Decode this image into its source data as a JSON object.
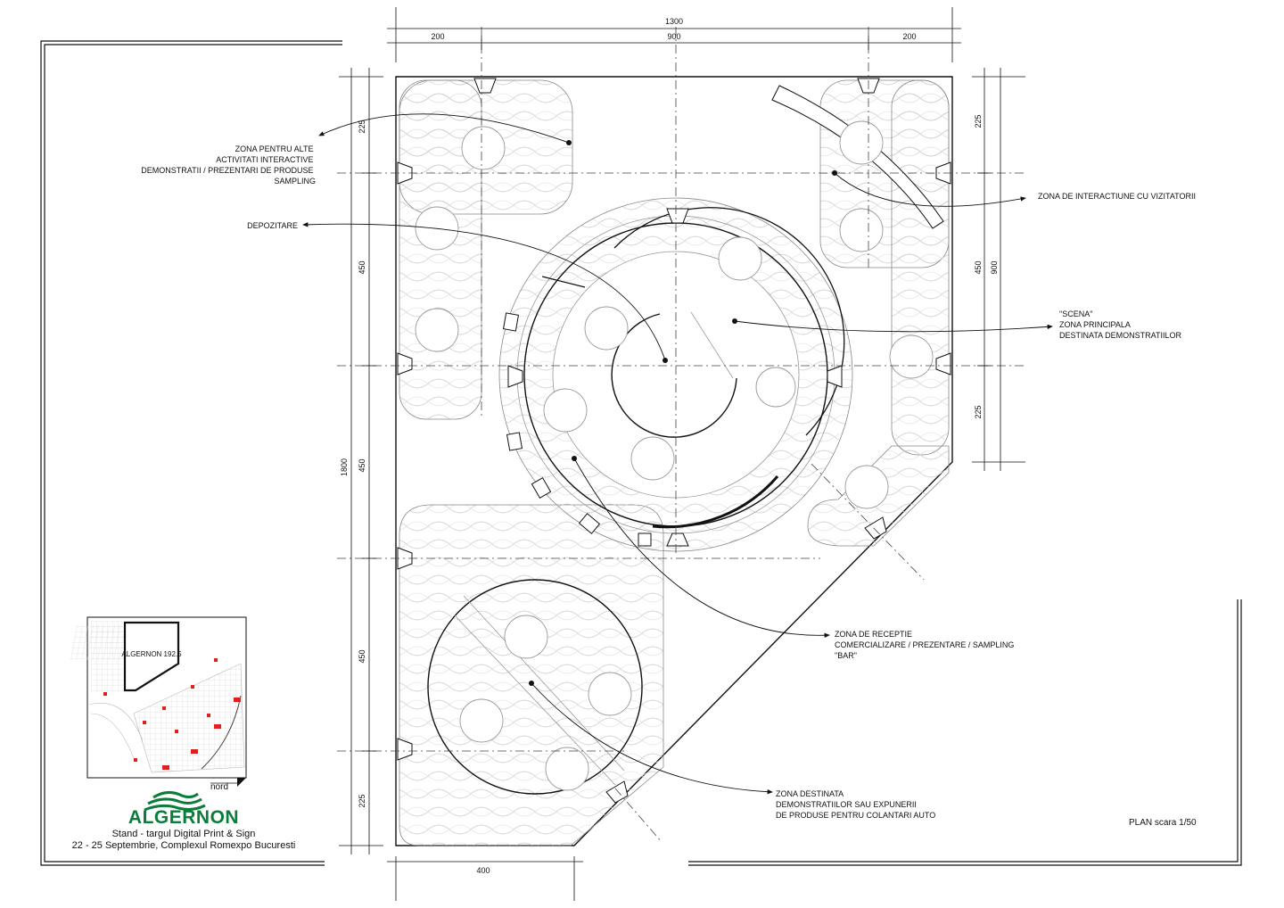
{
  "dimensions": {
    "top_total": "1300",
    "top_left": "200",
    "top_mid": "900",
    "top_right": "200",
    "left_total": "1800",
    "left_1": "225",
    "left_2": "450",
    "left_3": "450",
    "left_4": "450",
    "left_5": "225",
    "right_1": "225",
    "right_2": "450",
    "right_total": "900",
    "right_3": "225",
    "bottom": "400"
  },
  "annotations": {
    "zona_activitati": [
      "ZONA PENTRU ALTE",
      "ACTIVITATI INTERACTIVE",
      "DEMONSTRATII / PREZENTARI DE PRODUSE",
      "SAMPLING"
    ],
    "depozitare": "DEPOZITARE",
    "zona_interactiune": "ZONA DE INTERACTIUNE CU VIZITATORII",
    "scena": [
      "\"SCENA\"",
      "ZONA PRINCIPALA",
      "DESTINATA DEMONSTRATIILOR"
    ],
    "receptie": [
      "ZONA DE RECEPTIE",
      "COMERCIALIZARE / PREZENTARE / SAMPLING",
      "\"BAR\""
    ],
    "destinata": [
      "ZONA DESTINATA",
      "DEMONSTRATIILOR SAU EXPUNERII",
      "DE PRODUSE PENTRU COLANTARI AUTO"
    ]
  },
  "minimap": {
    "stand_label": "ALGERNON 192.5",
    "compass": "nord"
  },
  "title_block": {
    "brand": "ALGERNON",
    "line1": "Stand - targul Digital Print & Sign",
    "line2": "22 - 25 Septembrie, Complexul Romexpo Bucuresti"
  },
  "scale_note": "PLAN scara 1/50",
  "colors": {
    "brand_green": "#0a7d3a",
    "line": "#111111",
    "light_line": "#9a9a9a",
    "marker_red": "#e02020"
  }
}
